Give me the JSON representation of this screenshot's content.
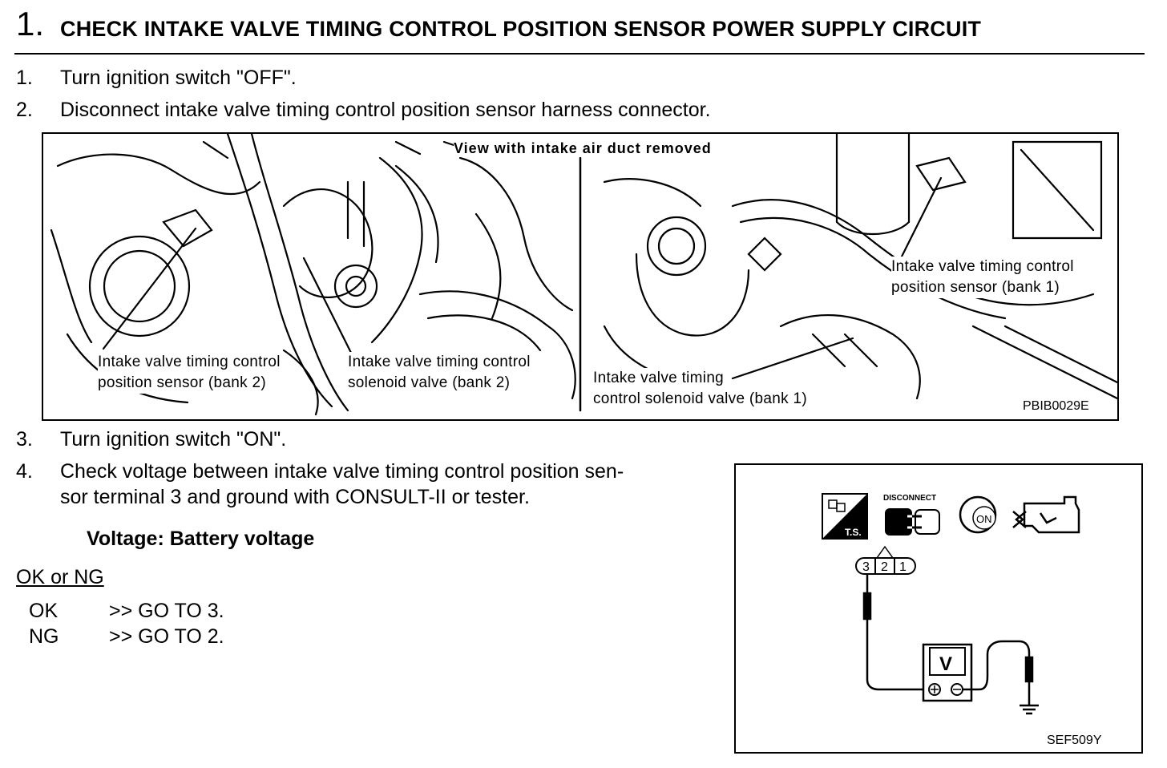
{
  "heading": {
    "number": "1.",
    "title": "CHECK INTAKE VALVE TIMING CONTROL POSITION SENSOR POWER SUPPLY CIRCUIT"
  },
  "steps": [
    {
      "num": "1.",
      "text": "Turn ignition switch \"OFF\"."
    },
    {
      "num": "2.",
      "text": "Disconnect intake valve timing control position sensor harness connector."
    },
    {
      "num": "3.",
      "text": "Turn ignition switch \"ON\"."
    },
    {
      "num": "4.",
      "text_line1": "Check voltage between intake valve timing control position sen-",
      "text_line2": "sor terminal 3 and ground with CONSULT-II or tester."
    }
  ],
  "figure_engine": {
    "title": "View with intake air duct removed",
    "label_sensor_bank2_line1": "Intake valve timing control",
    "label_sensor_bank2_line2": "position sensor (bank 2)",
    "label_solenoid_bank2_line1": "Intake valve timing control",
    "label_solenoid_bank2_line2": "solenoid valve (bank 2)",
    "label_solenoid_bank1_line1": "Intake valve timing",
    "label_solenoid_bank1_line2": "control solenoid valve (bank 1)",
    "label_sensor_bank1_line1": "Intake valve timing control",
    "label_sensor_bank1_line2": "position sensor (bank 1)",
    "code": "PBIB0029E"
  },
  "spec": "Voltage: Battery voltage",
  "result_header": "OK or NG",
  "results": [
    {
      "status": "OK",
      "action": ">> GO TO 3."
    },
    {
      "status": "NG",
      "action": ">> GO TO 2."
    }
  ],
  "figure_voltmeter": {
    "ts_label": "T.S.",
    "disconnect_label": "DISCONNECT",
    "on_label": "ON",
    "terminals": [
      "3",
      "2",
      "1"
    ],
    "meter_label": "V",
    "code": "SEF509Y"
  }
}
